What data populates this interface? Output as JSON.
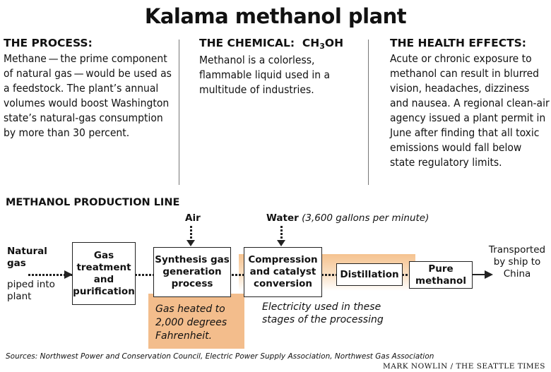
{
  "title": "Kalama methanol plant",
  "process": {
    "heading": "THE PROCESS:",
    "body": "Methane — the prime component of natural gas — would be used as a feedstock. The plant’s annual volumes would boost Washington state’s natural-gas consumption by more than 30 percent."
  },
  "chemical": {
    "heading": "THE CHEMICAL:",
    "formula_prefix": "CH",
    "formula_sub": "3",
    "formula_suffix": "OH",
    "body": "Methanol is a colorless, flammable liquid used in a multitude of industries."
  },
  "health": {
    "heading": "THE HEALTH EFFECTS:",
    "body": "Acute or chronic exposure to methanol can result in blurred vision, headaches, dizziness and nausea. A regional clean-air agency issued a plant permit in June after finding that all toxic emissions would fall below state regulatory limits."
  },
  "production": {
    "heading": "METHANOL PRODUCTION LINE",
    "input_bold": "Natural gas",
    "input_note": "piped into plant",
    "air_label": "Air",
    "water_label": "Water",
    "water_note": "(3,600 gallons per minute)",
    "steps": [
      "Gas treatment and purification",
      "Synthesis gas generation process",
      "Compression and catalyst conversion",
      "Distillation",
      "Pure methanol"
    ],
    "heat_note": "Gas heated to 2,000 degrees Fahrenheit.",
    "electricity_note": "Electricity used in these stages of the processing",
    "output_note": "Transported by ship to China"
  },
  "sources": "Sources: Northwest Power and Conservation Council, Electric Power Supply Association, Northwest Gas Association",
  "credit": "MARK NOWLIN / THE SEATTLE TIMES"
}
